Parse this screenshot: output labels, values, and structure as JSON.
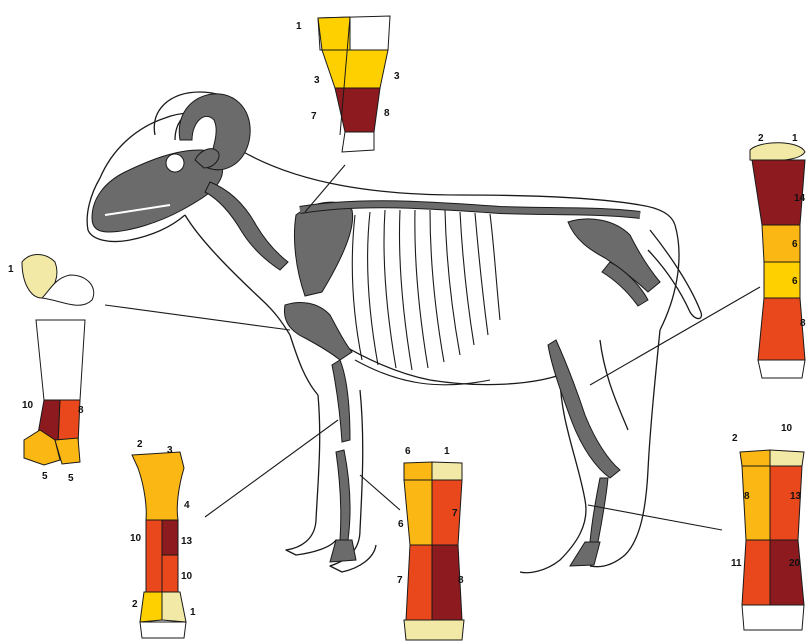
{
  "colors": {
    "bone_dark": "#6b6b6b",
    "outline": "#1a1a1a",
    "cream": "#f2e9a6",
    "pale_yellow": "#ffe36a",
    "yellow": "#ffd000",
    "gold": "#fbb713",
    "orange": "#f2701f",
    "red_orange": "#e8481c",
    "maroon": "#8c1a1f"
  },
  "zones": {
    "metacarpal_top": {
      "left_top": "1",
      "left_mid": "3",
      "right_mid": "3",
      "left_low": "7",
      "right_low": "8"
    },
    "scapula": {
      "top_left": "2",
      "top_right": "1",
      "upper": "14",
      "mid1": "6",
      "mid2": "6",
      "lower": "8"
    },
    "humerus": {
      "head": "1",
      "mid_left": "10",
      "mid_right": "8",
      "base_left": "5",
      "base_right": "5"
    },
    "radius": {
      "top_left": "2",
      "top_right": "3",
      "upper": "4",
      "mid_left": "10",
      "mid_right": "13",
      "lower_right": "10",
      "base_left": "2",
      "base_right": "1"
    },
    "metatarsal": {
      "top_left": "6",
      "top_right": "1",
      "mid_left": "6",
      "mid_right": "7",
      "low_left": "7",
      "low_right": "8"
    },
    "tibia": {
      "top_left": "2",
      "top_right": "10",
      "mid_left": "8",
      "mid_right": "13",
      "low_left": "11",
      "low_right": "20"
    }
  }
}
